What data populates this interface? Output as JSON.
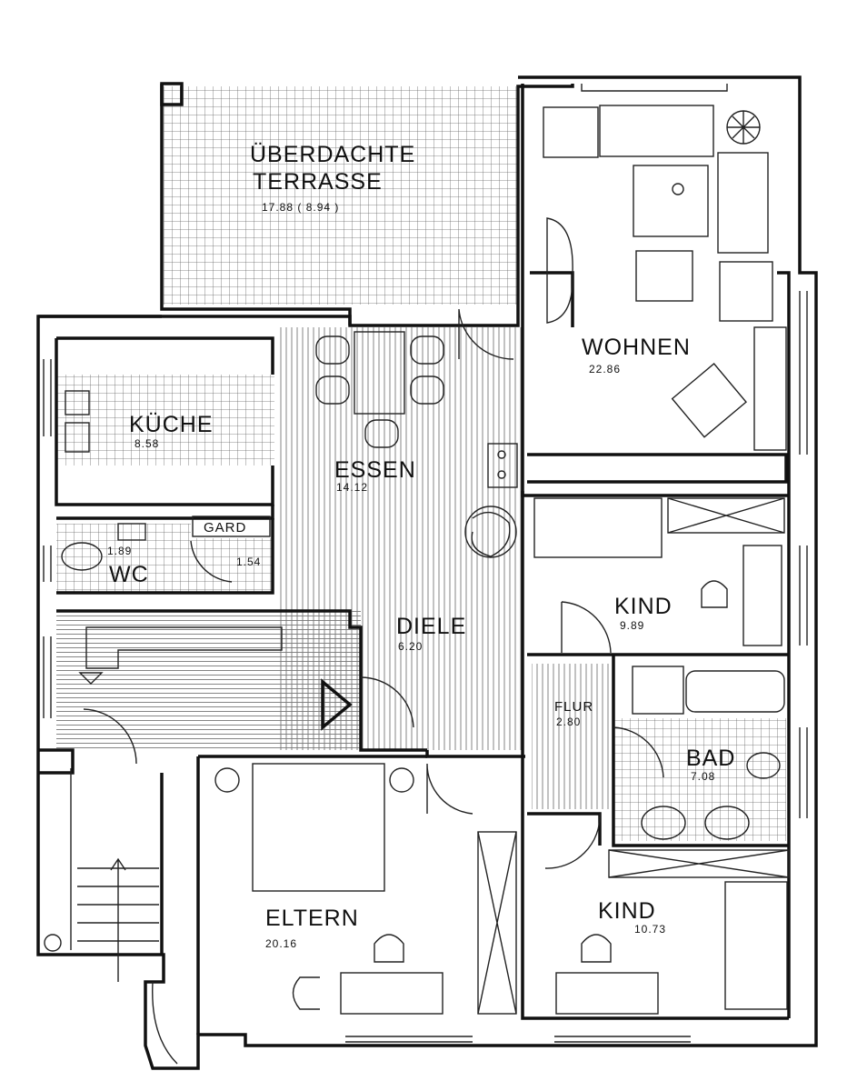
{
  "floor_plan": {
    "rooms": [
      {
        "id": "terrasse",
        "name_line1": "ÜBERDACHTE",
        "name_line2": "TERRASSE",
        "area": "17.88 ( 8.94 )"
      },
      {
        "id": "wohnen",
        "name": "WOHNEN",
        "area": "22.86"
      },
      {
        "id": "kueche",
        "name": "KÜCHE",
        "area": "8.58"
      },
      {
        "id": "essen",
        "name": "ESSEN",
        "area": "14.12"
      },
      {
        "id": "gard",
        "name": "GARD",
        "area": "1.54"
      },
      {
        "id": "wc",
        "name": "WC",
        "area": "1.89"
      },
      {
        "id": "diele",
        "name": "DIELE",
        "area": "6.20"
      },
      {
        "id": "kind1",
        "name": "KIND",
        "area": "9.89"
      },
      {
        "id": "flur",
        "name": "FLUR",
        "area": "2.80"
      },
      {
        "id": "bad",
        "name": "BAD",
        "area": "7.08"
      },
      {
        "id": "eltern",
        "name": "ELTERN",
        "area": "20.16"
      },
      {
        "id": "kind2",
        "name": "KIND",
        "area": "10.73"
      }
    ],
    "colors": {
      "ink": "#111111",
      "paper": "#ffffff",
      "hatch": "#555555"
    }
  }
}
